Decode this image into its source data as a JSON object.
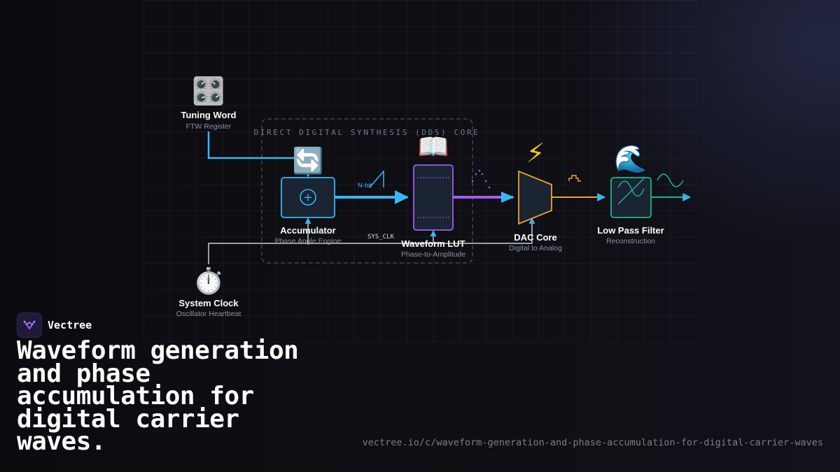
{
  "diagram": {
    "core_label": "DIRECT DIGITAL SYNTHESIS (DDS) CORE",
    "nodes": {
      "tuning_word": {
        "icon": "control-knobs-icon",
        "glyph": "🎛️",
        "title": "Tuning Word",
        "subtitle": "FTW Register"
      },
      "accumulator": {
        "icon": "refresh-arrows-icon",
        "glyph": "🔄",
        "title": "Accumulator",
        "subtitle": "Phase Angle Engine",
        "symbol": "+"
      },
      "waveform_lut": {
        "icon": "open-book-icon",
        "glyph": "📖",
        "title": "Waveform LUT",
        "subtitle": "Phase-to-Amplitude"
      },
      "dac_core": {
        "icon": "lightning-icon",
        "glyph": "⚡",
        "title": "DAC Core",
        "subtitle": "Digital to Analog"
      },
      "low_pass_filter": {
        "icon": "wave-icon",
        "glyph": "🌊",
        "title": "Low Pass Filter",
        "subtitle": "Reconstruction"
      },
      "system_clock": {
        "icon": "stopwatch-icon",
        "glyph": "⏱️",
        "title": "System Clock",
        "subtitle": "Oscillator Heartbeat"
      }
    },
    "signal_labels": {
      "nbit": "N-bit",
      "sys_clk": "SYS_CLK"
    },
    "colors": {
      "blue": "#38b6f5",
      "purple": "#a45cf0",
      "orange": "#f0a228",
      "green": "#1fb58f",
      "clock_line": "#c9d0da",
      "box_fill": "#1a2433"
    }
  },
  "brand": {
    "name": "Vectree"
  },
  "headline": "Waveform generation and phase accumulation for digital carrier waves.",
  "url": "vectree.io/c/waveform-generation-and-phase-accumulation-for-digital-carrier-waves"
}
